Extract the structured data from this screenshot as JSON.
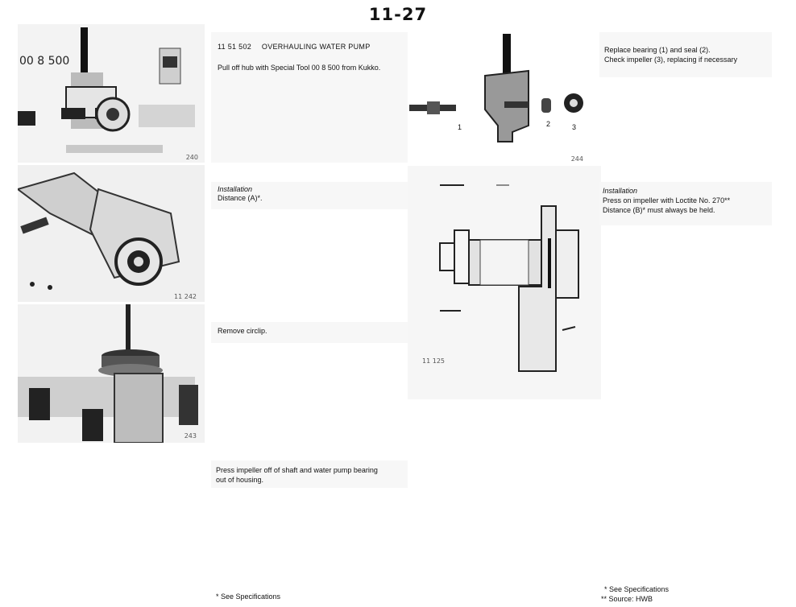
{
  "page_number": "11-27",
  "photo1": {
    "tool_label": "00 8 500",
    "fig": "240"
  },
  "photo2": {
    "fig": "11 242"
  },
  "photo3": {
    "fig": "243"
  },
  "photo4": {
    "fig": "244",
    "part_labels": [
      "1",
      "2",
      "3"
    ]
  },
  "diagram": {
    "fig": "11 125"
  },
  "section": {
    "code": "11 51 502",
    "title": "OVERHAULING WATER PUMP",
    "step1": "Pull off hub with Special Tool 00 8 500 from Kukko.",
    "install1_heading": "Installation",
    "install1_text": "Distance (A)*.",
    "step2": "Remove circlip.",
    "step3": "Press impeller off of shaft and water pump bearing out of housing.",
    "footnote_left": "* See Specifications"
  },
  "right": {
    "line1": "Replace bearing (1) and seal (2).",
    "line2": "Check impeller (3), replacing if necessary",
    "install_heading": "Installation",
    "install_line1": "Press on impeller with Loctite No. 270**",
    "install_line2": "Distance (B)* must always be held.",
    "footnote1": "* See Specifications",
    "footnote2": "** Source: HWB"
  }
}
